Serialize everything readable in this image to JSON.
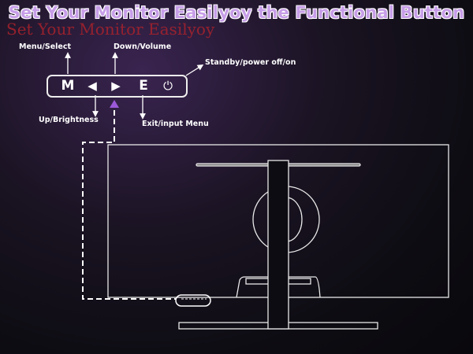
{
  "title": "Set Your Monitor Easilyoy the Functional Button",
  "ghost_text": "Set Your Monitor Easilyoy",
  "labels": {
    "menu_select": "Menu/Select",
    "down_volume": "Down/Volume",
    "standby": "Standby/power off/on",
    "up_brightness": "Up/Brightness",
    "exit_input": "Exit/input Menu"
  },
  "buttons": {
    "menu": "M",
    "left": "◀",
    "right": "▶",
    "exit": "E",
    "power": "⏻"
  },
  "colors": {
    "title": "#c79ee8",
    "accent_marker": "#9b59d9",
    "lines": "#ffffff"
  }
}
